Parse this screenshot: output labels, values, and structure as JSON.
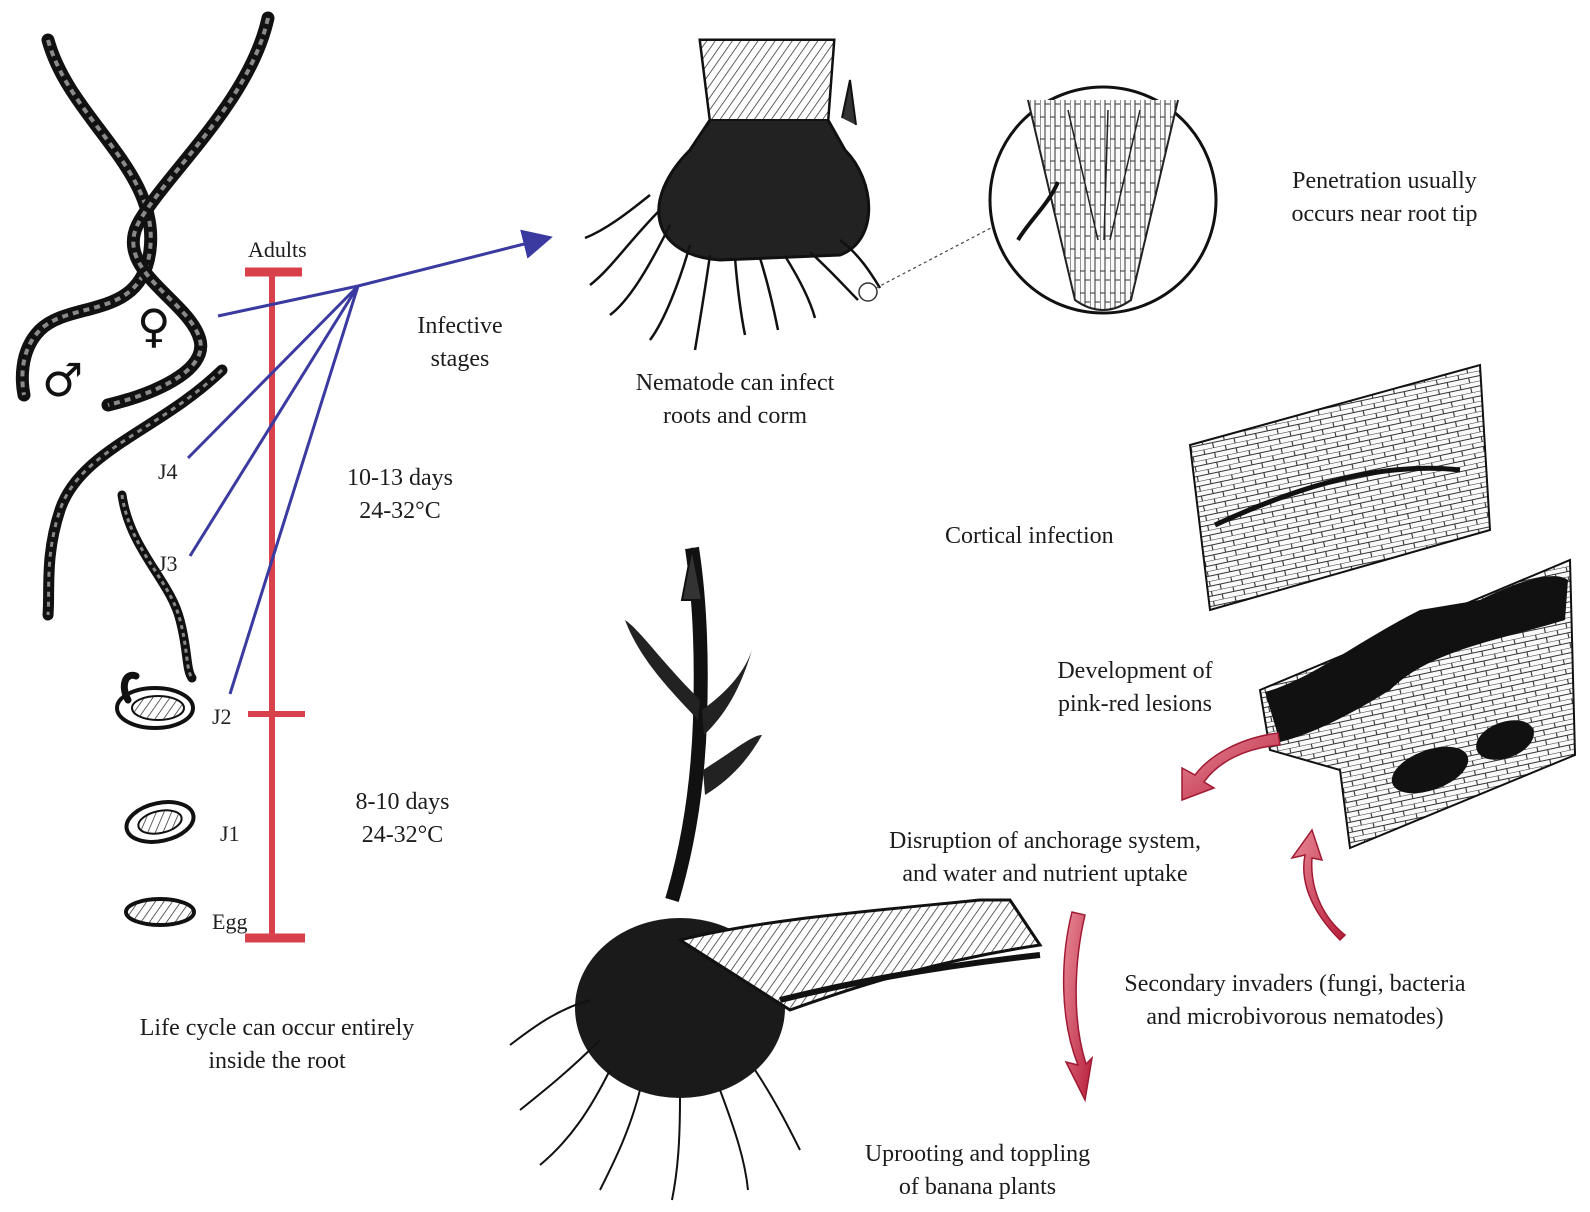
{
  "labels": {
    "adults": "Adults",
    "infective": [
      "Infective",
      "stages"
    ],
    "days_upper": [
      "10-13 days",
      "24-32°C"
    ],
    "days_lower": [
      "8-10 days",
      "24-32°C"
    ],
    "life_cycle": [
      "Life cycle can occur entirely",
      "inside the root"
    ],
    "nematode_infect": [
      "Nematode can infect",
      "roots and corm"
    ],
    "penetration": [
      "Penetration usually",
      "occurs near root tip"
    ],
    "cortical": "Cortical infection",
    "lesions": [
      "Development of",
      "pink-red lesions"
    ],
    "disruption": [
      "Disruption of anchorage system,",
      "and water and nutrient uptake"
    ],
    "secondary": [
      "Secondary invaders (fungi, bacteria",
      "and microbivorous nematodes)"
    ],
    "uprooting": [
      "Uprooting and toppling",
      "of banana plants"
    ]
  },
  "stages": {
    "j4": "J4",
    "j3": "J3",
    "j2": "J2",
    "j1": "J1",
    "egg": "Egg"
  },
  "symbols": {
    "female": "♀",
    "male": "♂"
  },
  "colors": {
    "timeline": "#d8404c",
    "arrows": "#3a3aa0",
    "red_arrows": "#c2304a",
    "ink": "#111111"
  }
}
